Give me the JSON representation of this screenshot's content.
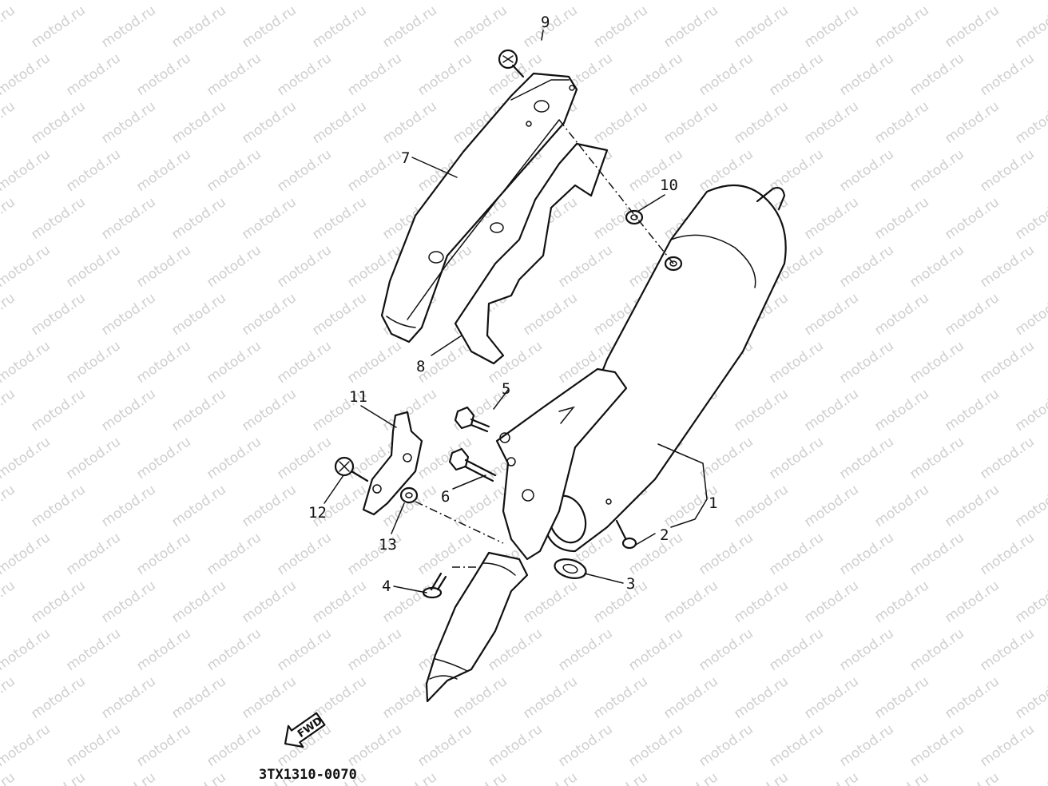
{
  "watermark": "motod.ru",
  "diagram_code": "3TX1310-0070",
  "direction_label": "FWD",
  "callouts": [
    "1",
    "2",
    "3",
    "4",
    "5",
    "6",
    "7",
    "8",
    "9",
    "10",
    "11",
    "12",
    "13"
  ]
}
